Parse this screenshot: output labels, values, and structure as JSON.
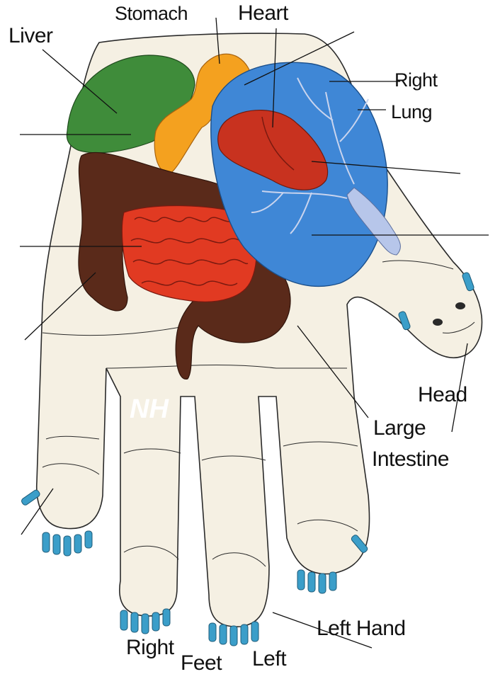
{
  "diagram": {
    "labels": {
      "stomach": "Stomach",
      "heart": "Heart",
      "liver": "Liver",
      "right": "Right",
      "lung": "Lung",
      "head": "Head",
      "large": "Large",
      "intestine": "Intestine",
      "left_hand": "Left Hand",
      "right_foot": "Right",
      "feet": "Feet",
      "left_foot": "Left"
    },
    "watermark": "NH",
    "colors": {
      "skin": "#f5f0e3",
      "outline": "#2a2a2a",
      "liver": "#3f8c3a",
      "stomach": "#f4a11f",
      "lung": "#3f87d6",
      "heart": "#c8321f",
      "small_intestine": "#e13a22",
      "large_intestine": "#5a2a1a",
      "toes": "#3b9ec9"
    }
  }
}
